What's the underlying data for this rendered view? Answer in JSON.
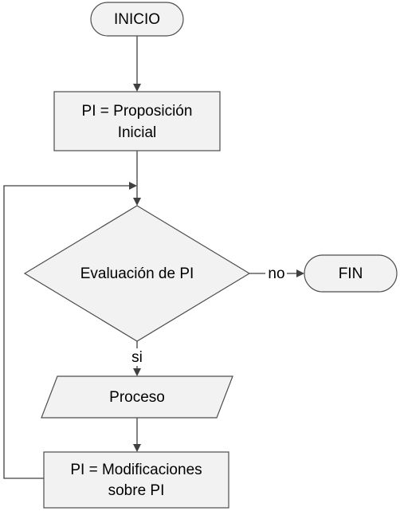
{
  "nodes": {
    "start": {
      "label": "INICIO",
      "shape": "terminator"
    },
    "init": {
      "label_line1": "PI = Proposición",
      "label_line2": "Inicial",
      "shape": "process"
    },
    "decision": {
      "label": "Evaluación de PI",
      "shape": "decision"
    },
    "end": {
      "label": "FIN",
      "shape": "terminator"
    },
    "process": {
      "label": "Proceso",
      "shape": "input-output"
    },
    "modify": {
      "label_line1": "PI = Modificaciones",
      "label_line2": "sobre PI",
      "shape": "process"
    }
  },
  "edges": {
    "no_label": "no",
    "si_label": "si"
  },
  "colors": {
    "shape_fill": "#f2f2f2",
    "shape_stroke": "#4d4d4d",
    "edge": "#404040",
    "text": "#000000"
  }
}
